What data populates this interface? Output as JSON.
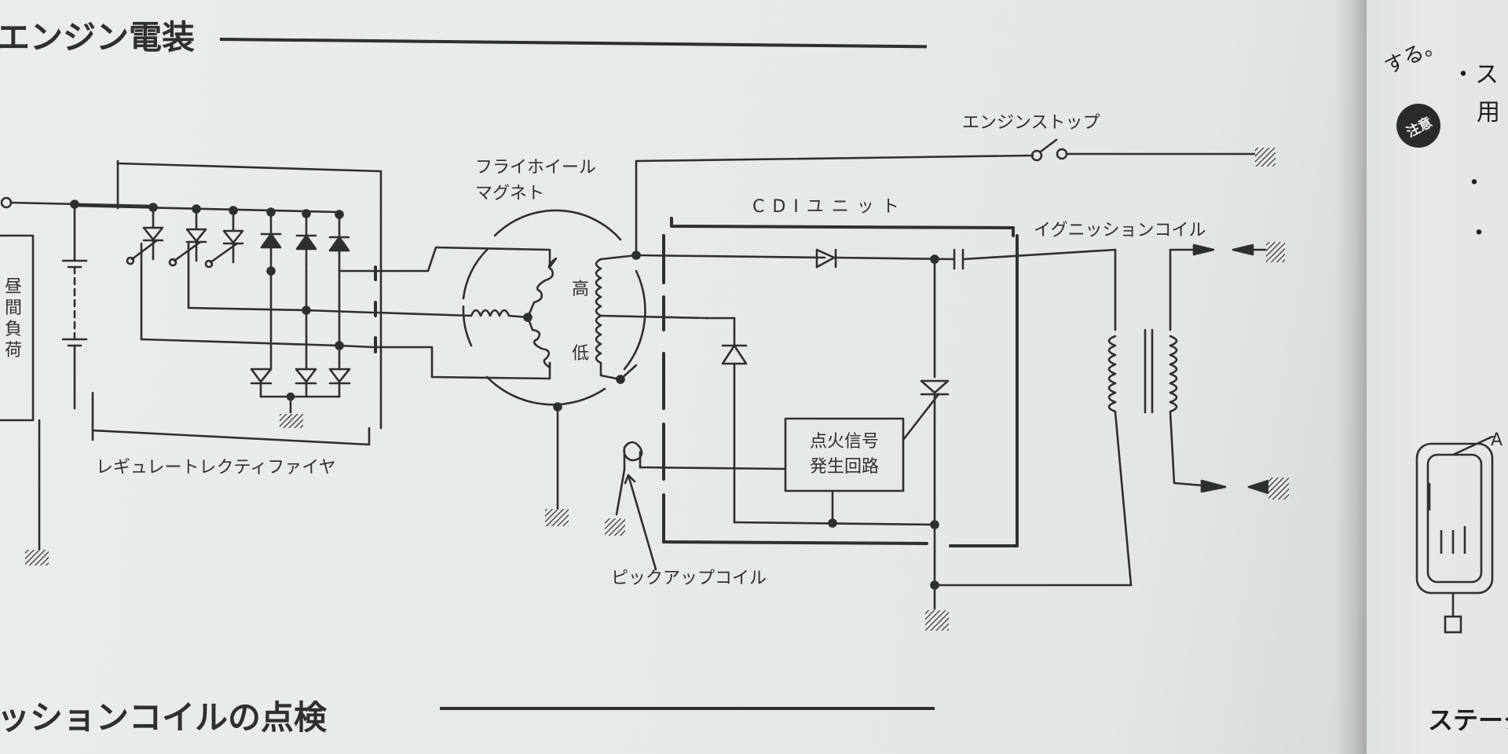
{
  "page": {
    "section_title_top": "エンジン電装",
    "section_title_bottom": "ッションコイルの点検"
  },
  "diagram": {
    "labels": {
      "flywheel_line1": "フライホイール",
      "flywheel_line2": "マグネト",
      "engine_stop": "エンジンストップ",
      "cdi_unit": "CDIユニット",
      "ignition_coil": "イグニッションコイル",
      "regulator_rectifier": "レギュレートレクティファイヤ",
      "pickup_coil": "ピックアップコイル",
      "high": "高",
      "low": "低",
      "day_load": "昼間負荷",
      "signal_line1": "点火信号",
      "signal_line2": "発生回路"
    }
  },
  "side_page": {
    "note_line1": "する。",
    "badge": "注意",
    "bullet1": "・ス",
    "char1": "用",
    "bullet2": "・",
    "bullet3": "・",
    "bottom_title": "ステータ",
    "label_a": "A"
  },
  "colors": {
    "ink": "#2f2f2f",
    "paper": "#e6eaea"
  }
}
